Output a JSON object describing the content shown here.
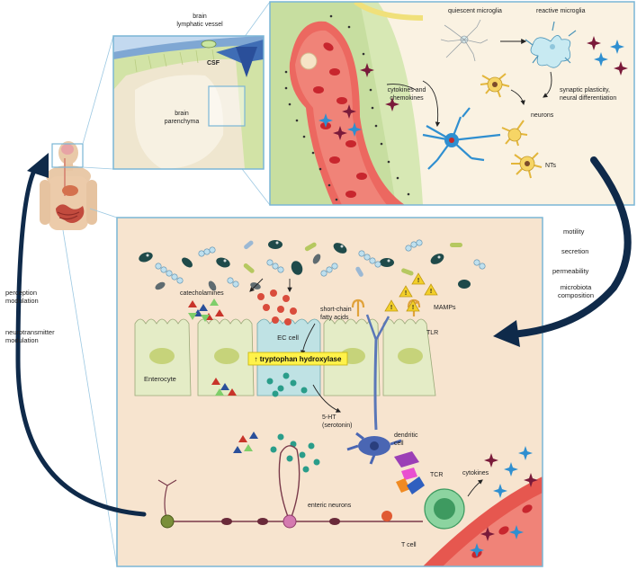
{
  "colors": {
    "panel_border": "#7ab6d6",
    "gut_bg": "#f7e4cf",
    "brain_bg": "#faf2e2",
    "vessel_red": "#e6574f",
    "rbc": "#c8262e",
    "cell_green": "#e4ecc6",
    "ec_cell": "#bfe2e4",
    "neuron_blue": "#2f8fd0",
    "neuron_yellow": "#f6d565",
    "arrow_dark": "#0f2a4a",
    "hydroxylase_bg": "#fff24a"
  },
  "inset_brain": {
    "vessel_label": "brain\nlymphatic vessel",
    "csf_label": "CSF",
    "parenchyma_label": "brain\nparenchyma"
  },
  "brain_panel": {
    "quiescent": "quiescent microglia",
    "reactive": "reactive microglia",
    "cytokines": "cytokines and\nchemokines",
    "plasticity": "synaptic plasticity,\nneural differentiation",
    "neurons": "neurons",
    "nts": "NTs"
  },
  "right_labels": [
    "motility",
    "secretion",
    "permeability",
    "microbiota\ncomposition"
  ],
  "left_labels": {
    "perception": "perception\nmodulation",
    "neurotransmitter": "neurotransmitter\nmodulation"
  },
  "gut_panel": {
    "catecholamines": "catecholamines",
    "scfa": "short-chain\nfatty acids",
    "mamps": "MAMPs",
    "tlr": "TLR",
    "ec_cell": "EC cell",
    "hydroxylase": "↑ tryptophan hydroxylase",
    "enterocyte": "Enterocyte",
    "serotonin": "5-HT\n(serotonin)",
    "dendritic": "dendritic\ncell",
    "tcr": "TCR",
    "cytokines": "cytokines",
    "enteric": "enteric neurons",
    "tcell": "T cell"
  }
}
